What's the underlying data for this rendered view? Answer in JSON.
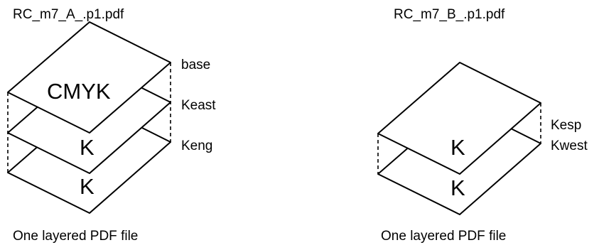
{
  "diagrams": [
    {
      "file_name": "RC_m7_A_.p1.pdf",
      "plates": [
        "CMYK",
        "K",
        "K"
      ],
      "layer_labels": [
        "base",
        "Keast",
        "Keng"
      ],
      "caption": "One layered PDF file"
    },
    {
      "file_name": "RC_m7_B_.p1.pdf",
      "plates": [
        "K",
        "K"
      ],
      "layer_labels": [
        "Kesp",
        "Kwest"
      ],
      "caption": "One layered PDF file"
    }
  ]
}
